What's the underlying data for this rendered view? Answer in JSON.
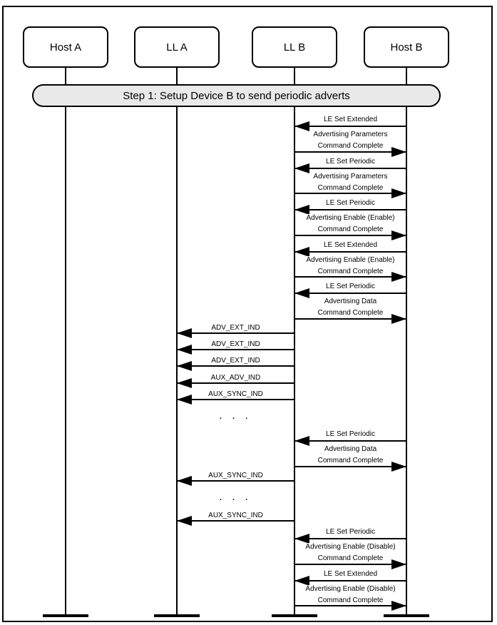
{
  "page": {
    "background_color": "#ffffff",
    "line_color": "#000000",
    "banner_fill_color": "#e9e9e9"
  },
  "banner": {
    "label": "Step 1: Setup Device B to send periodic adverts"
  },
  "actors": [
    {
      "id": "host-a",
      "label": "Host A"
    },
    {
      "id": "ll-a",
      "label": "LL A"
    },
    {
      "id": "ll-b",
      "label": "LL B"
    },
    {
      "id": "host-b",
      "label": "Host B"
    }
  ],
  "ellipsis_text": ". . .",
  "messages": [
    {
      "kind": "req",
      "from": "host-b",
      "to": "ll-b",
      "lines": [
        "LE Set Extended",
        "Advertising Parameters"
      ]
    },
    {
      "kind": "resp",
      "from": "ll-b",
      "to": "host-b",
      "lines": [
        "Command Complete"
      ]
    },
    {
      "kind": "req",
      "from": "host-b",
      "to": "ll-b",
      "lines": [
        "LE Set Periodic",
        "Advertising Parameters"
      ]
    },
    {
      "kind": "resp",
      "from": "ll-b",
      "to": "host-b",
      "lines": [
        "Command Complete"
      ]
    },
    {
      "kind": "req",
      "from": "host-b",
      "to": "ll-b",
      "lines": [
        "LE Set Periodic",
        "Advertising Enable (Enable)"
      ]
    },
    {
      "kind": "resp",
      "from": "ll-b",
      "to": "host-b",
      "lines": [
        "Command Complete"
      ]
    },
    {
      "kind": "req",
      "from": "host-b",
      "to": "ll-b",
      "lines": [
        "LE Set Extended",
        "Advertising Enable (Enable)"
      ]
    },
    {
      "kind": "resp",
      "from": "ll-b",
      "to": "host-b",
      "lines": [
        "Command Complete"
      ]
    },
    {
      "kind": "req",
      "from": "host-b",
      "to": "ll-b",
      "lines": [
        "LE Set Periodic",
        "Advertising Data"
      ]
    },
    {
      "kind": "resp",
      "from": "ll-b",
      "to": "host-b",
      "lines": [
        "Command Complete"
      ]
    },
    {
      "kind": "pdu",
      "from": "ll-b",
      "to": "ll-a",
      "lines": [
        "ADV_EXT_IND"
      ]
    },
    {
      "kind": "pdu",
      "from": "ll-b",
      "to": "ll-a",
      "lines": [
        "ADV_EXT_IND"
      ]
    },
    {
      "kind": "pdu",
      "from": "ll-b",
      "to": "ll-a",
      "lines": [
        "ADV_EXT_IND"
      ]
    },
    {
      "kind": "pdu",
      "from": "ll-b",
      "to": "ll-a",
      "lines": [
        "AUX_ADV_IND"
      ]
    },
    {
      "kind": "pdu",
      "from": "ll-b",
      "to": "ll-a",
      "lines": [
        "AUX_SYNC_IND"
      ]
    },
    {
      "kind": "ellipsis",
      "lane": "ll"
    },
    {
      "kind": "req",
      "from": "host-b",
      "to": "ll-b",
      "lines": [
        "LE Set Periodic",
        "Advertising Data"
      ]
    },
    {
      "kind": "resp",
      "from": "ll-b",
      "to": "host-b",
      "lines": [
        "Command Complete"
      ]
    },
    {
      "kind": "pdu",
      "from": "ll-b",
      "to": "ll-a",
      "lines": [
        "AUX_SYNC_IND"
      ]
    },
    {
      "kind": "ellipsis",
      "lane": "ll"
    },
    {
      "kind": "pdu",
      "from": "ll-b",
      "to": "ll-a",
      "lines": [
        "AUX_SYNC_IND"
      ]
    },
    {
      "kind": "req",
      "from": "host-b",
      "to": "ll-b",
      "lines": [
        "LE Set Periodic",
        "Advertising Enable (Disable)"
      ]
    },
    {
      "kind": "resp",
      "from": "ll-b",
      "to": "host-b",
      "lines": [
        "Command Complete"
      ]
    },
    {
      "kind": "req",
      "from": "host-b",
      "to": "ll-b",
      "lines": [
        "LE Set Extended",
        "Advertising Enable (Disable)"
      ]
    },
    {
      "kind": "resp",
      "from": "ll-b",
      "to": "host-b",
      "lines": [
        "Command Complete"
      ]
    }
  ]
}
